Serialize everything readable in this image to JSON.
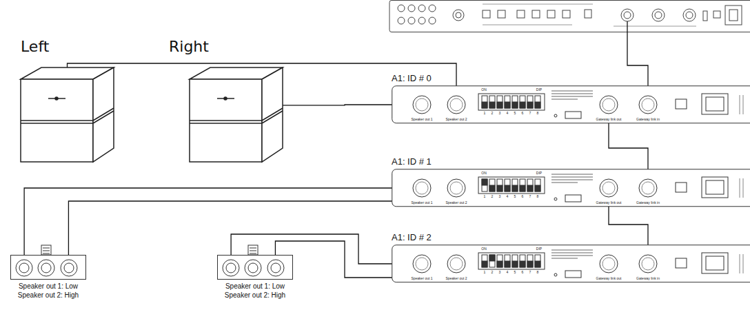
{
  "diagram": {
    "nodes": [
      {
        "text": [
          "Left"
        ]
      },
      {
        "text": [
          "Right"
        ]
      },
      {
        "text": [
          "A1: ID # 0"
        ]
      },
      {
        "text": [
          "A1: ID # 1"
        ]
      },
      {
        "text": [
          "A1: ID # 2"
        ]
      },
      {
        "text": [
          "Speaker out 1: Low Speaker out 2: High"
        ]
      },
      {
        "text": [
          "Speaker out 1: Low Speaker out 2: High"
        ]
      }
    ],
    "edges": [
      {
        "from": 2,
        "to": 0,
        "arrow": "none"
      },
      {
        "from": 2,
        "to": 1,
        "arrow": "none"
      },
      {
        "from": 2,
        "to": 3,
        "arrow": "none"
      },
      {
        "from": 3,
        "to": 4,
        "arrow": "none"
      },
      {
        "from": 3,
        "to": 5,
        "arrow": "none"
      },
      {
        "from": 3,
        "to": 5,
        "arrow": "none"
      },
      {
        "from": 4,
        "to": 6,
        "arrow": "none"
      },
      {
        "from": 4,
        "to": 6,
        "arrow": "none"
      }
    ],
    "labels": [
      "Speaker out 1",
      "Speaker out 2",
      "ON",
      "DIP",
      "1",
      "2",
      "3",
      "4",
      "5",
      "6",
      "7",
      "8",
      "Gateway link out",
      "Gateway link in",
      "Speaker out 1",
      "Speaker out 2",
      "ON",
      "DIP",
      "1",
      "2",
      "3",
      "4",
      "5",
      "6",
      "7",
      "8",
      "Gateway link out",
      "Gateway link in",
      "Speaker out 1",
      "Speaker out 2",
      "ON",
      "DIP",
      "1",
      "2",
      "3",
      "4",
      "5",
      "6",
      "7",
      "8",
      "Gateway link out",
      "Gateway link in"
    ]
  }
}
